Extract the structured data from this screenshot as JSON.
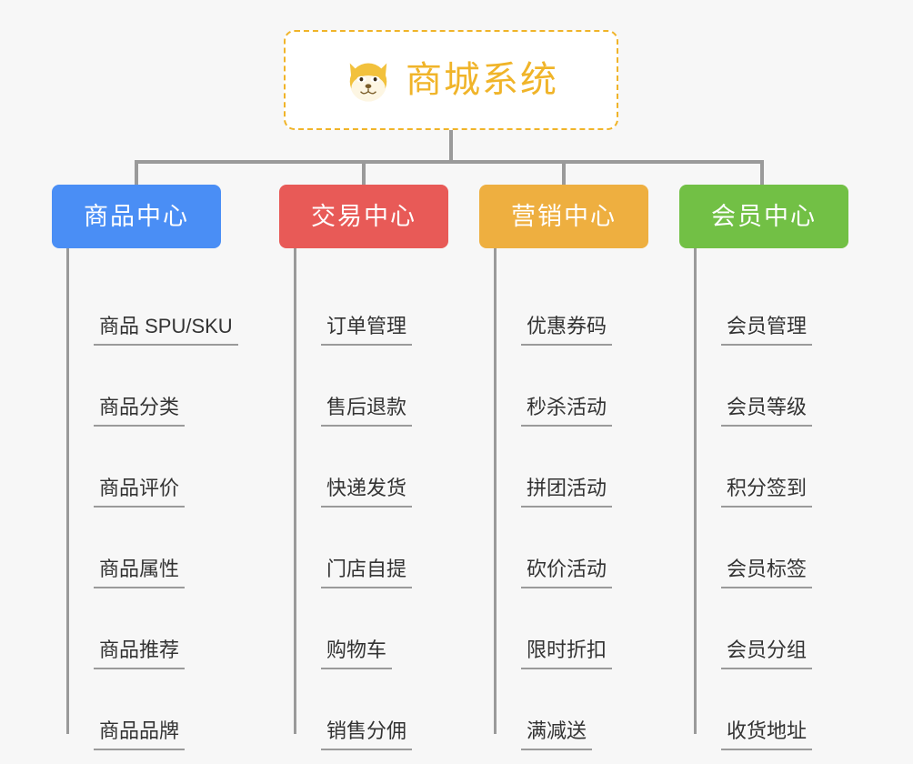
{
  "diagram": {
    "type": "mindmap-tree",
    "background_color": "#f7f7f7",
    "root": {
      "title": "商城系统",
      "icon": "dog-face-emoji",
      "border_color": "#f0b429",
      "text_color": "#f0b429"
    },
    "branches": [
      {
        "label": "商品中心",
        "color": "#4a8ef5",
        "items": [
          "商品 SPU/SKU",
          "商品分类",
          "商品评价",
          "商品属性",
          "商品推荐",
          "商品品牌"
        ]
      },
      {
        "label": "交易中心",
        "color": "#e85a57",
        "items": [
          "订单管理",
          "售后退款",
          "快递发货",
          "门店自提",
          "购物车",
          "销售分佣"
        ]
      },
      {
        "label": "营销中心",
        "color": "#eeaf40",
        "items": [
          "优惠券码",
          "秒杀活动",
          "拼团活动",
          "砍价活动",
          "限时折扣",
          "满减送"
        ]
      },
      {
        "label": "会员中心",
        "color": "#72c045",
        "items": [
          "会员管理",
          "会员等级",
          "积分签到",
          "会员标签",
          "会员分组",
          "收货地址"
        ]
      }
    ],
    "connector_color": "#9a9a9a"
  }
}
